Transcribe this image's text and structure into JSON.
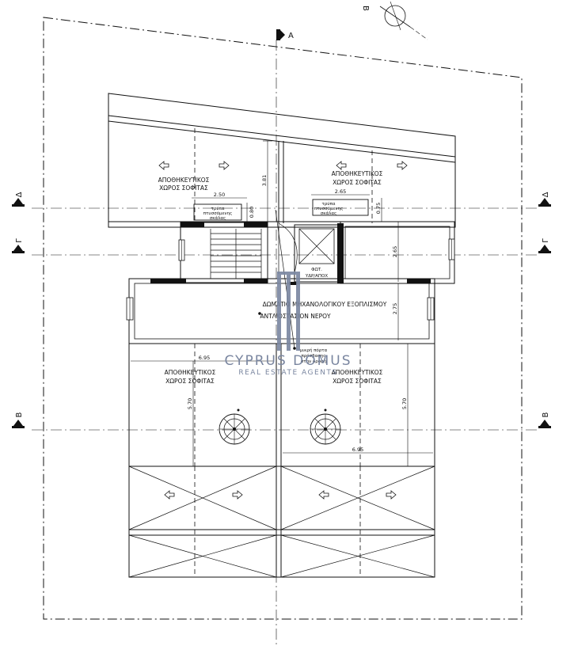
{
  "rooms": {
    "storage_top_left": {
      "line1": "ΑΠΟΘΗΚΕΥΤΙΚΟΣ",
      "line2": "ΧΩΡΟΣ ΣΟΦΙΤΑΣ"
    },
    "storage_top_right": {
      "line1": "ΑΠΟΘΗΚΕΥΤΙΚΟΣ",
      "line2": "ΧΩΡΟΣ ΣΟΦΙΤΑΣ"
    },
    "storage_bottom_left": {
      "line1": "ΑΠΟΘΗΚΕΥΤΙΚΟΣ",
      "line2": "ΧΩΡΟΣ ΣΟΦΙΤΑΣ"
    },
    "storage_bottom_right": {
      "line1": "ΑΠΟΘΗΚΕΥΤΙΚΟΣ",
      "line2": "ΧΩΡΟΣ ΣΟΦΙΤΑΣ"
    },
    "mech_room": {
      "line1": "ΔΩΜΑΤΙΟ ΜΗΧΑΝΟΛΟΓΙΚΟΥ ΕΞΟΠΛΙΣΜΟΥ",
      "line2": "ΑΝΤΛΙΟΣΤΑΣΙΟΝ ΝΕΡΟΥ"
    },
    "shaft": {
      "line1": "ΦΩΤ.",
      "line2": "ΥΔΡ/ΑΠΟΧ"
    }
  },
  "openings": {
    "hatch_left": {
      "line1": "τρύπα",
      "line2": "πτυσσόμενης",
      "line3": "σκάλας"
    },
    "hatch_right": {
      "line1": "τρύπα",
      "line2": "πτυσσόμενης",
      "line3": "σκάλας"
    },
    "door_note": {
      "line1": "μικρή πόρτα",
      "line2": "πρόσβασης",
      "line3": "στην οροφή"
    }
  },
  "dimensions": {
    "d250": "2.50",
    "d080": "0.80",
    "d381": "3.81",
    "d265": "2.65",
    "d075": "0.75",
    "d265v": "2.65",
    "d275": "2.75",
    "d695a": "6.95",
    "d695b": "6.95",
    "d570a": "5.70",
    "d570b": "5.70"
  },
  "section_marks": {
    "a": "A",
    "b_top": "B",
    "delta_l": "Δ",
    "delta_r": "Δ",
    "gamma_l": "Γ",
    "gamma_r": "Γ",
    "b_l": "B",
    "b_r": "B"
  },
  "watermark": {
    "brand": "CYPRUS DOMUS",
    "tagline": "REAL ESTATE AGENTS"
  },
  "colors": {
    "line": "#111111",
    "watermark": "#7a86a0"
  }
}
